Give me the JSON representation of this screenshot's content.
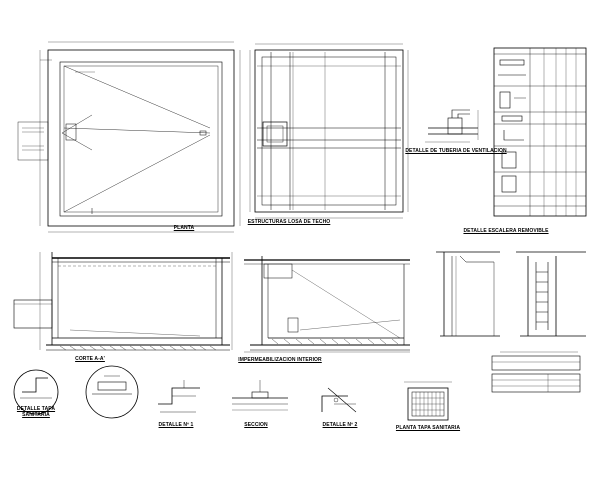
{
  "titles": {
    "planta": "PLANTA",
    "estructuras": "ESTRUCTURAS LOSA DE TECHO",
    "detalle_ventilacion": "DETALLE DE TUBERIA DE VENTILACION",
    "detalle_escalera": "DETALLE ESCALERA REMOVIBLE",
    "corte": "CORTE A-A'",
    "impermeabilizacion": "IMPERMEABILIZACION INTERIOR",
    "detalle_tapa_1": "DETALLE TAPA",
    "detalle_tapa_2": "SANITARIA",
    "detalle_n1": "DETALLE Nº 1",
    "seccion": "SECCION",
    "detalle_n2": "DETALLE Nº 2",
    "planta_tapa": "PLANTA TAPA SANITARIA"
  },
  "colors": {
    "line": "#000000",
    "dim": "#333333",
    "paper": "#ffffff",
    "hatch": "#222222"
  }
}
